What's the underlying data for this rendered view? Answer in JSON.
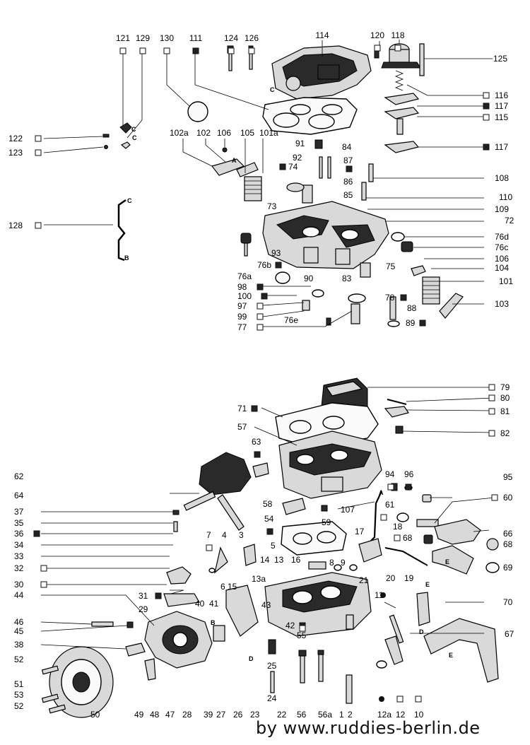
{
  "watermark": "by www.ruddies-berlin.de",
  "letters": {
    "a": "A",
    "b": "B",
    "c": "C",
    "d": "D",
    "e": "E"
  },
  "legend_marker_styles": [
    "open-square",
    "filled-square",
    "filled-circle"
  ],
  "labels": [
    {
      "id": "121",
      "text": "121",
      "marker": "open-square"
    },
    {
      "id": "129",
      "text": "129",
      "marker": "open-square"
    },
    {
      "id": "130",
      "text": "130",
      "marker": "open-square"
    },
    {
      "id": "111",
      "text": "111",
      "marker": "filled-square"
    },
    {
      "id": "124",
      "text": "124",
      "marker": "open-square"
    },
    {
      "id": "126",
      "text": "126",
      "marker": "open-square"
    },
    {
      "id": "114",
      "text": "114",
      "marker": "none"
    },
    {
      "id": "120",
      "text": "120",
      "marker": "open-square"
    },
    {
      "id": "118",
      "text": "118",
      "marker": "open-square"
    },
    {
      "id": "125",
      "text": "125",
      "marker": "none"
    },
    {
      "id": "116",
      "text": "116",
      "marker": "open-square"
    },
    {
      "id": "117a",
      "text": "117",
      "marker": "filled-square"
    },
    {
      "id": "115",
      "text": "115",
      "marker": "open-square"
    },
    {
      "id": "117b",
      "text": "117",
      "marker": "filled-square"
    },
    {
      "id": "122",
      "text": "122",
      "marker": "open-square"
    },
    {
      "id": "123",
      "text": "123",
      "marker": "open-square"
    },
    {
      "id": "102a",
      "text": "102a",
      "marker": "none"
    },
    {
      "id": "102",
      "text": "102",
      "marker": "none"
    },
    {
      "id": "106a",
      "text": "106",
      "marker": "none"
    },
    {
      "id": "105",
      "text": "105",
      "marker": "none"
    },
    {
      "id": "101a",
      "text": "101a",
      "marker": "none"
    },
    {
      "id": "91",
      "text": "91",
      "marker": "none"
    },
    {
      "id": "84",
      "text": "84",
      "marker": "none"
    },
    {
      "id": "92",
      "text": "92",
      "marker": "none"
    },
    {
      "id": "87",
      "text": "87",
      "marker": "filled-square"
    },
    {
      "id": "74",
      "text": "74",
      "marker": "filled-square"
    },
    {
      "id": "86",
      "text": "86",
      "marker": "none"
    },
    {
      "id": "108",
      "text": "108",
      "marker": "none"
    },
    {
      "id": "85",
      "text": "85",
      "marker": "none"
    },
    {
      "id": "110",
      "text": "110",
      "marker": "none"
    },
    {
      "id": "73",
      "text": "73",
      "marker": "none"
    },
    {
      "id": "109",
      "text": "109",
      "marker": "none"
    },
    {
      "id": "128",
      "text": "128",
      "marker": "open-square"
    },
    {
      "id": "72",
      "text": "72",
      "marker": "none"
    },
    {
      "id": "76d",
      "text": "76d",
      "marker": "none"
    },
    {
      "id": "76c",
      "text": "76c",
      "marker": "none"
    },
    {
      "id": "93",
      "text": "93",
      "marker": "none"
    },
    {
      "id": "76b",
      "text": "76b",
      "marker": "filled-square"
    },
    {
      "id": "75",
      "text": "75",
      "marker": "none"
    },
    {
      "id": "106b",
      "text": "106",
      "marker": "none"
    },
    {
      "id": "104",
      "text": "104",
      "marker": "none"
    },
    {
      "id": "76a",
      "text": "76a",
      "marker": "none"
    },
    {
      "id": "90",
      "text": "90",
      "marker": "none"
    },
    {
      "id": "83",
      "text": "83",
      "marker": "none"
    },
    {
      "id": "101",
      "text": "101",
      "marker": "none"
    },
    {
      "id": "98",
      "text": "98",
      "marker": "filled-square"
    },
    {
      "id": "100",
      "text": "100",
      "marker": "filled-square"
    },
    {
      "id": "78",
      "text": "78",
      "marker": "filled-square"
    },
    {
      "id": "103",
      "text": "103",
      "marker": "none"
    },
    {
      "id": "97",
      "text": "97",
      "marker": "open-square"
    },
    {
      "id": "88",
      "text": "88",
      "marker": "none"
    },
    {
      "id": "99",
      "text": "99",
      "marker": "open-square"
    },
    {
      "id": "76e",
      "text": "76e",
      "marker": "none"
    },
    {
      "id": "89",
      "text": "89",
      "marker": "filled-square"
    },
    {
      "id": "77",
      "text": "77",
      "marker": "open-square"
    },
    {
      "id": "79",
      "text": "79",
      "marker": "open-square"
    },
    {
      "id": "80",
      "text": "80",
      "marker": "open-square"
    },
    {
      "id": "71",
      "text": "71",
      "marker": "filled-square"
    },
    {
      "id": "81",
      "text": "81",
      "marker": "open-square"
    },
    {
      "id": "57",
      "text": "57",
      "marker": "none"
    },
    {
      "id": "82",
      "text": "82",
      "marker": "open-square"
    },
    {
      "id": "63",
      "text": "63",
      "marker": "filled-square"
    },
    {
      "id": "62",
      "text": "62",
      "marker": "none"
    },
    {
      "id": "94",
      "text": "94",
      "marker": "open-square"
    },
    {
      "id": "96",
      "text": "96",
      "marker": "filled-square"
    },
    {
      "id": "95",
      "text": "95",
      "marker": "none"
    },
    {
      "id": "64",
      "text": "64",
      "marker": "none"
    },
    {
      "id": "60",
      "text": "60",
      "marker": "open-square"
    },
    {
      "id": "58",
      "text": "58",
      "marker": "none"
    },
    {
      "id": "107",
      "text": "107",
      "marker": "none"
    },
    {
      "id": "61",
      "text": "61",
      "marker": "open-square"
    },
    {
      "id": "37",
      "text": "37",
      "marker": "none"
    },
    {
      "id": "59",
      "text": "59",
      "marker": "none"
    },
    {
      "id": "54",
      "text": "54",
      "marker": "filled-square"
    },
    {
      "id": "35",
      "text": "35",
      "marker": "none"
    },
    {
      "id": "18",
      "text": "18",
      "marker": "none"
    },
    {
      "id": "66",
      "text": "66",
      "marker": "none"
    },
    {
      "id": "17",
      "text": "17",
      "marker": "none"
    },
    {
      "id": "36",
      "text": "36",
      "marker": "filled-square"
    },
    {
      "id": "7",
      "text": "7",
      "marker": "open-square"
    },
    {
      "id": "4",
      "text": "4",
      "marker": "none"
    },
    {
      "id": "3",
      "text": "3",
      "marker": "none"
    },
    {
      "id": "68a",
      "text": "68",
      "marker": "open-square"
    },
    {
      "id": "68b",
      "text": "68",
      "marker": "none"
    },
    {
      "id": "34",
      "text": "34",
      "marker": "none"
    },
    {
      "id": "5",
      "text": "5",
      "marker": "none"
    },
    {
      "id": "33",
      "text": "33",
      "marker": "none"
    },
    {
      "id": "14",
      "text": "14",
      "marker": "none"
    },
    {
      "id": "13",
      "text": "13",
      "marker": "none"
    },
    {
      "id": "16",
      "text": "16",
      "marker": "none"
    },
    {
      "id": "8",
      "text": "8",
      "marker": "none"
    },
    {
      "id": "9",
      "text": "9",
      "marker": "none"
    },
    {
      "id": "32",
      "text": "32",
      "marker": "open-square"
    },
    {
      "id": "13a",
      "text": "13a",
      "marker": "none"
    },
    {
      "id": "20",
      "text": "20",
      "marker": "none"
    },
    {
      "id": "19",
      "text": "19",
      "marker": "none"
    },
    {
      "id": "69",
      "text": "69",
      "marker": "none"
    },
    {
      "id": "6",
      "text": "6",
      "marker": "none"
    },
    {
      "id": "15",
      "text": "15",
      "marker": "none"
    },
    {
      "id": "21",
      "text": "21",
      "marker": "none"
    },
    {
      "id": "30",
      "text": "30",
      "marker": "open-square"
    },
    {
      "id": "31",
      "text": "31",
      "marker": "filled-square"
    },
    {
      "id": "44",
      "text": "44",
      "marker": "none"
    },
    {
      "id": "40",
      "text": "40",
      "marker": "none"
    },
    {
      "id": "41",
      "text": "41",
      "marker": "none"
    },
    {
      "id": "43",
      "text": "43",
      "marker": "none"
    },
    {
      "id": "11",
      "text": "11",
      "marker": "filled-circle"
    },
    {
      "id": "70",
      "text": "70",
      "marker": "none"
    },
    {
      "id": "29",
      "text": "29",
      "marker": "none"
    },
    {
      "id": "46",
      "text": "46",
      "marker": "none"
    },
    {
      "id": "42",
      "text": "42",
      "marker": "filled-square"
    },
    {
      "id": "45",
      "text": "45",
      "marker": "none"
    },
    {
      "id": "55",
      "text": "55",
      "marker": "open-square"
    },
    {
      "id": "67",
      "text": "67",
      "marker": "none"
    },
    {
      "id": "38",
      "text": "38",
      "marker": "none"
    },
    {
      "id": "52a",
      "text": "52",
      "marker": "none"
    },
    {
      "id": "25",
      "text": "25",
      "marker": "none"
    },
    {
      "id": "51",
      "text": "51",
      "marker": "none"
    },
    {
      "id": "53",
      "text": "53",
      "marker": "none"
    },
    {
      "id": "24",
      "text": "24",
      "marker": "none"
    },
    {
      "id": "52b",
      "text": "52",
      "marker": "none"
    },
    {
      "id": "50",
      "text": "50",
      "marker": "none"
    },
    {
      "id": "49",
      "text": "49",
      "marker": "none"
    },
    {
      "id": "48",
      "text": "48",
      "marker": "none"
    },
    {
      "id": "47",
      "text": "47",
      "marker": "none"
    },
    {
      "id": "28",
      "text": "28",
      "marker": "none"
    },
    {
      "id": "39",
      "text": "39",
      "marker": "none"
    },
    {
      "id": "27",
      "text": "27",
      "marker": "none"
    },
    {
      "id": "26",
      "text": "26",
      "marker": "none"
    },
    {
      "id": "23",
      "text": "23",
      "marker": "none"
    },
    {
      "id": "22",
      "text": "22",
      "marker": "none"
    },
    {
      "id": "56",
      "text": "56",
      "marker": "none"
    },
    {
      "id": "56a",
      "text": "56a",
      "marker": "none"
    },
    {
      "id": "1",
      "text": "1",
      "marker": "none"
    },
    {
      "id": "2",
      "text": "2",
      "marker": "none"
    },
    {
      "id": "12a",
      "text": "12a",
      "marker": "filled-circle"
    },
    {
      "id": "12",
      "text": "12",
      "marker": "open-square"
    },
    {
      "id": "10",
      "text": "10",
      "marker": "open-square"
    }
  ]
}
